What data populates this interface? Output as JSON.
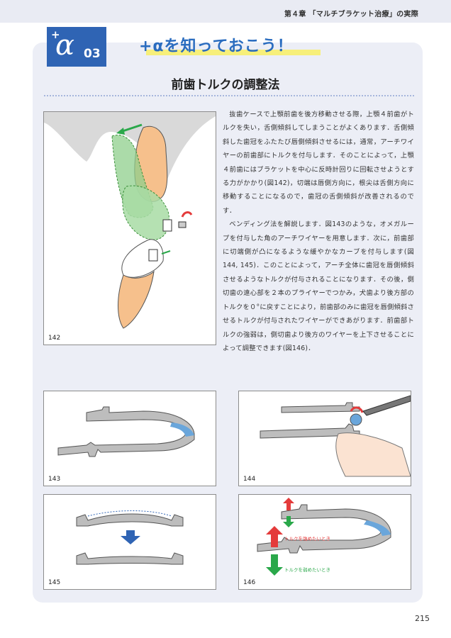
{
  "header": {
    "chapter": "第４章 「マルチブラケット治療」の実際"
  },
  "badge": {
    "plus": "+",
    "alpha": "α",
    "number": "03"
  },
  "banner": {
    "text": "+αを知っておこう！"
  },
  "section": {
    "title": "前歯トルクの調整法"
  },
  "body": {
    "paragraphs": [
      "抜歯ケースで上顎前歯を後方移動させる際，上顎４前歯がトルクを失い，舌側傾斜してしまうことがよくあります．舌側傾斜した歯冠をふたたび唇側傾斜させるには，通常，アーチワイヤーの前歯部にトルクを付与します．そのことによって，上顎４前歯にはブラケットを中心に反時計回りに回転させようとする力がかかり(図142)，切端は唇側方向に，根尖は舌側方向に移動することになるので，歯冠の舌側傾斜が改善されるのです．",
      "ベンディング法を解説します．図143のような，オメガループを付与した角のアーチワイヤーを用意します．次に，前歯部に切端側が凸になるような緩やかなカーブを付与します(図144, 145)．このことによって，アーチ全体に歯冠を唇側傾斜させるようなトルクが付与されることになります．その後，側切歯の遠心部を２本のプライヤーでつかみ，犬歯より後方部のトルクを０°に戻すことにより，前歯部のみに歯冠を唇側傾斜させるトルクが付与されたワイヤーができあがります．前歯部トルクの強弱は，側切歯より後方のワイヤーを上下させることによって調整できます(図146)．"
    ]
  },
  "figures": {
    "f142": {
      "label": "142"
    },
    "f143": {
      "label": "143"
    },
    "f144": {
      "label": "144"
    },
    "f145": {
      "label": "145"
    },
    "f146": {
      "label": "146",
      "strong_label": "トルクを強めたいとき",
      "weak_label": "トルクを弱めたいとき"
    }
  },
  "colors": {
    "accent_blue": "#2f64b4",
    "banner_blue": "#2a6cbf",
    "highlight_yellow": "#f7ef7a",
    "arrow_green": "#2aa84a",
    "arrow_red": "#e43b3b"
  },
  "page": {
    "number": "215"
  }
}
